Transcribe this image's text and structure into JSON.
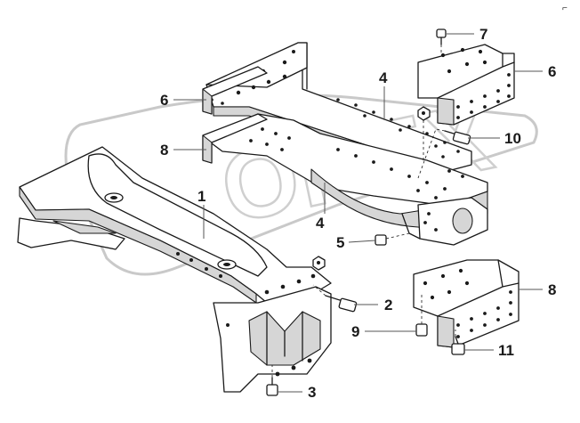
{
  "watermark": "OPEX",
  "corner_mark": "⌐",
  "callouts": [
    {
      "id": "c1",
      "text": "1"
    },
    {
      "id": "c2",
      "text": "2"
    },
    {
      "id": "c3",
      "text": "3"
    },
    {
      "id": "c4a",
      "text": "4"
    },
    {
      "id": "c4b",
      "text": "4"
    },
    {
      "id": "c5",
      "text": "5"
    },
    {
      "id": "c6a",
      "text": "6"
    },
    {
      "id": "c6b",
      "text": "6"
    },
    {
      "id": "c7",
      "text": "7"
    },
    {
      "id": "c8a",
      "text": "8"
    },
    {
      "id": "c8b",
      "text": "8"
    },
    {
      "id": "c9",
      "text": "9"
    },
    {
      "id": "c10",
      "text": "10"
    },
    {
      "id": "c11",
      "text": "11"
    }
  ]
}
